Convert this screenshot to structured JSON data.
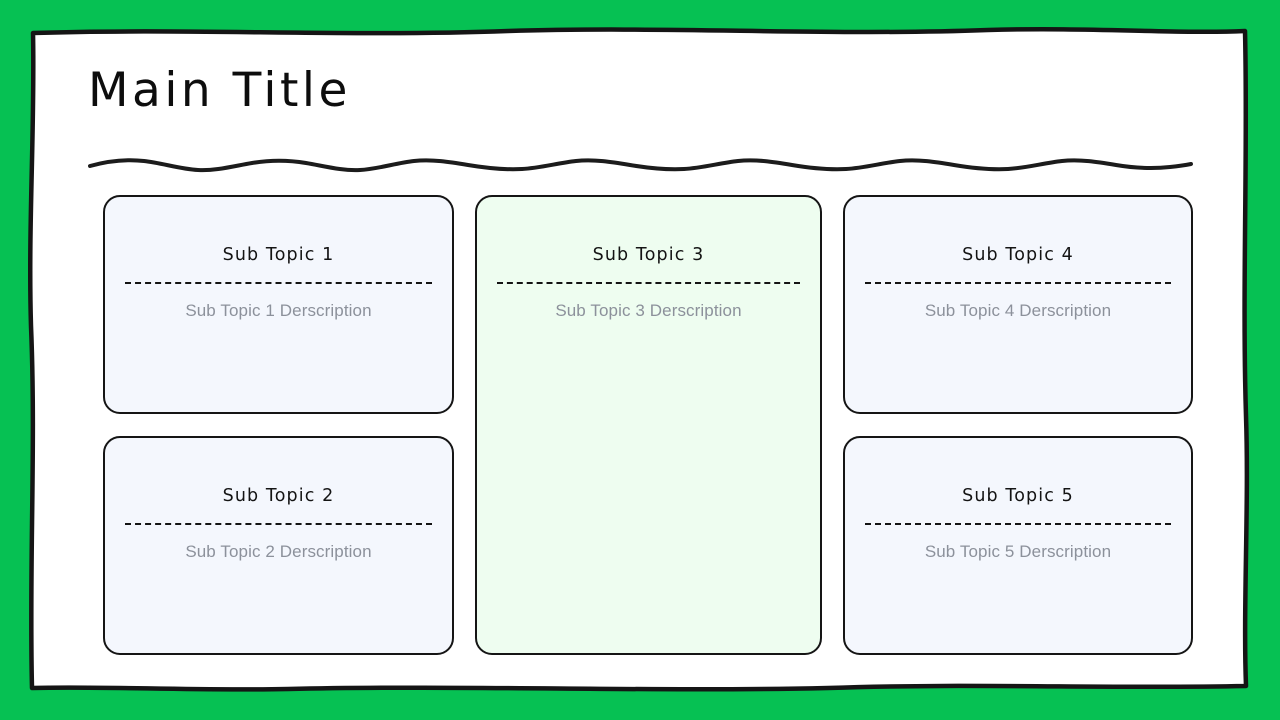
{
  "theme": {
    "background_green": "#06c153",
    "paper_white": "#ffffff",
    "ink_black": "#151515",
    "card_blue_bg": "#f4f7fd",
    "card_green_bg": "#eefdf0",
    "title_color": "#0d0d0d",
    "description_color": "#8c919b"
  },
  "header": {
    "title": "Main Title",
    "divider": "wavy-hand-drawn-line"
  },
  "cards": [
    {
      "title": "Sub Topic 1",
      "description": "Sub Topic 1 Derscription",
      "accent": "blue",
      "column": 1,
      "row": 1
    },
    {
      "title": "Sub Topic 2",
      "description": "Sub Topic 2 Derscription",
      "accent": "blue",
      "column": 1,
      "row": 2
    },
    {
      "title": "Sub Topic 3",
      "description": "Sub Topic 3 Derscription",
      "accent": "green",
      "column": 2,
      "row": "1-2"
    },
    {
      "title": "Sub Topic 4",
      "description": "Sub Topic 4 Derscription",
      "accent": "blue",
      "column": 3,
      "row": 1
    },
    {
      "title": "Sub Topic 5",
      "description": "Sub Topic 5 Derscription",
      "accent": "blue",
      "column": 3,
      "row": 2
    }
  ]
}
